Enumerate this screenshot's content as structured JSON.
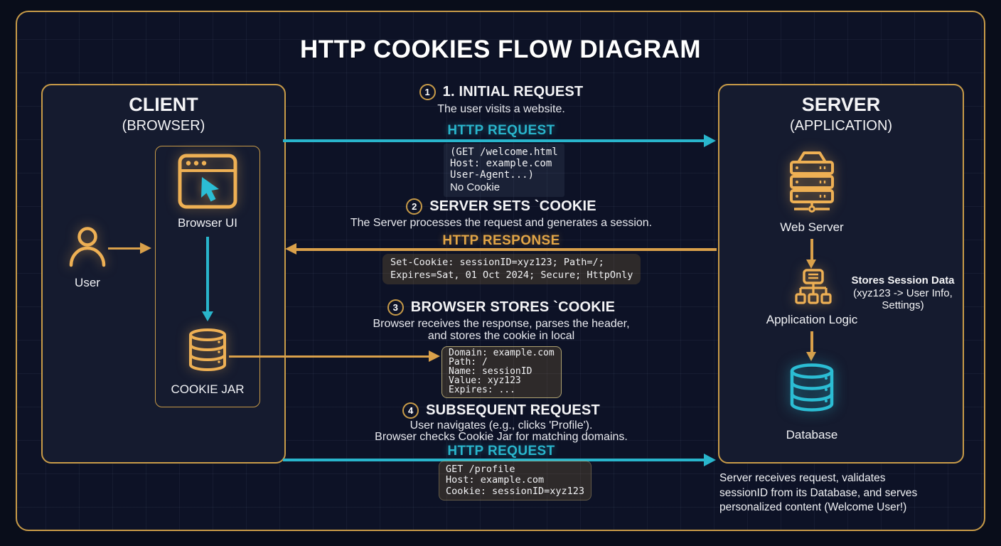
{
  "title": "HTTP COOKIES FLOW DIAGRAM",
  "colors": {
    "background": "#0d1226",
    "panel_background": "#151b2f",
    "accent_gold": "#e2a546",
    "accent_teal": "#29b5cc",
    "text_white": "#f4f4f6",
    "code_olive_background": "rgba(226,165,70,0.16)"
  },
  "client": {
    "title": "CLIENT",
    "subtitle": "(BROWSER)",
    "user_label": "User",
    "browser_ui_label": "Browser UI",
    "cookie_jar_label": "COOKIE JAR"
  },
  "server": {
    "title": "SERVER",
    "subtitle": "(APPLICATION)",
    "web_server_label": "Web Server",
    "app_logic_label": "Application Logic",
    "database_label": "Database",
    "session_note": {
      "title": "Stores Session Data",
      "lines": [
        "(xyz123 -> User Info,",
        "Settings)"
      ]
    },
    "footer_note_lines": [
      "Server receives request, validates",
      "sessionID from its Database, and serves",
      "personalized content (Welcome User!)"
    ]
  },
  "steps": [
    {
      "number": "1",
      "title": "1. INITIAL REQUEST",
      "subtitle_lines": [
        "The user visits a website."
      ],
      "channel_label": "HTTP REQUEST",
      "code_lines": [
        "(GET /welcome.html",
        "Host: example.com",
        "User-Agent...)"
      ],
      "note": "No Cookie"
    },
    {
      "number": "2",
      "title": "SERVER SETS `COOKIE",
      "subtitle_lines": [
        "The Server processes the request and generates a session."
      ],
      "channel_label": "HTTP RESPONSE",
      "code_lines": [
        "Set-Cookie: sessionID=xyz123; Path=/;",
        "Expires=Sat, 01 Oct 2024; Secure; HttpOnly"
      ]
    },
    {
      "number": "3",
      "title": "BROWSER STORES `COOKIE",
      "subtitle_lines": [
        "Browser receives the response, parses the header,",
        "and stores the cookie in local"
      ],
      "code_lines": [
        "Domain: example.com",
        "Path: /",
        "Name: sessionID",
        "Value: xyz123",
        "Expires: ..."
      ]
    },
    {
      "number": "4",
      "title": "SUBSEQUENT REQUEST",
      "subtitle_lines": [
        "User navigates (e.g., clicks 'Profile').",
        "Browser checks Cookie Jar for matching domains."
      ],
      "channel_label": "HTTP REQUEST",
      "code_lines": [
        "GET /profile",
        "Host: example.com",
        "Cookie: sessionID=xyz123"
      ]
    }
  ]
}
